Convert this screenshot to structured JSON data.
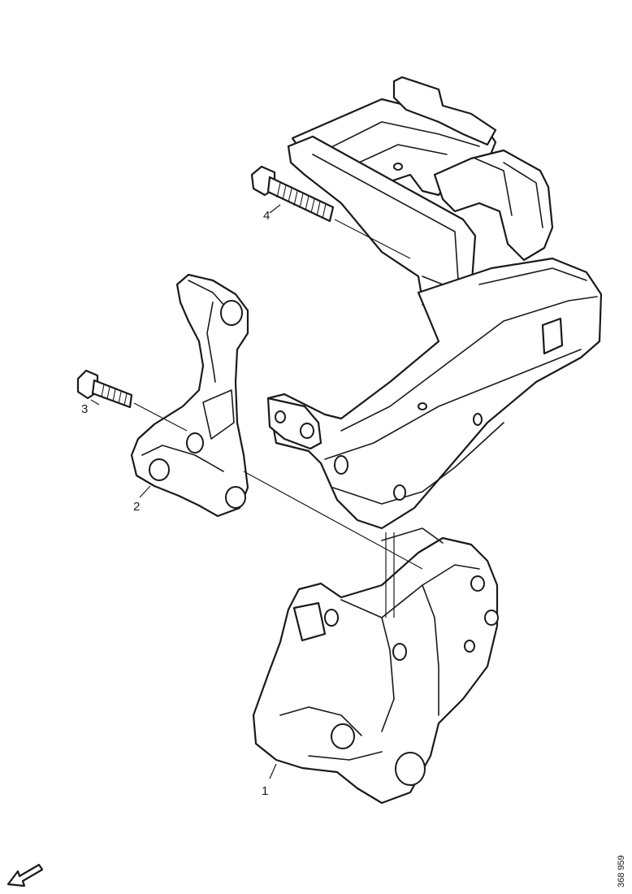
{
  "callouts": {
    "c1": "1",
    "c2": "2",
    "c3": "3",
    "c4": "4"
  },
  "reference_number": "368 959",
  "icons": {
    "orientation": "direction-arrow-icon"
  }
}
